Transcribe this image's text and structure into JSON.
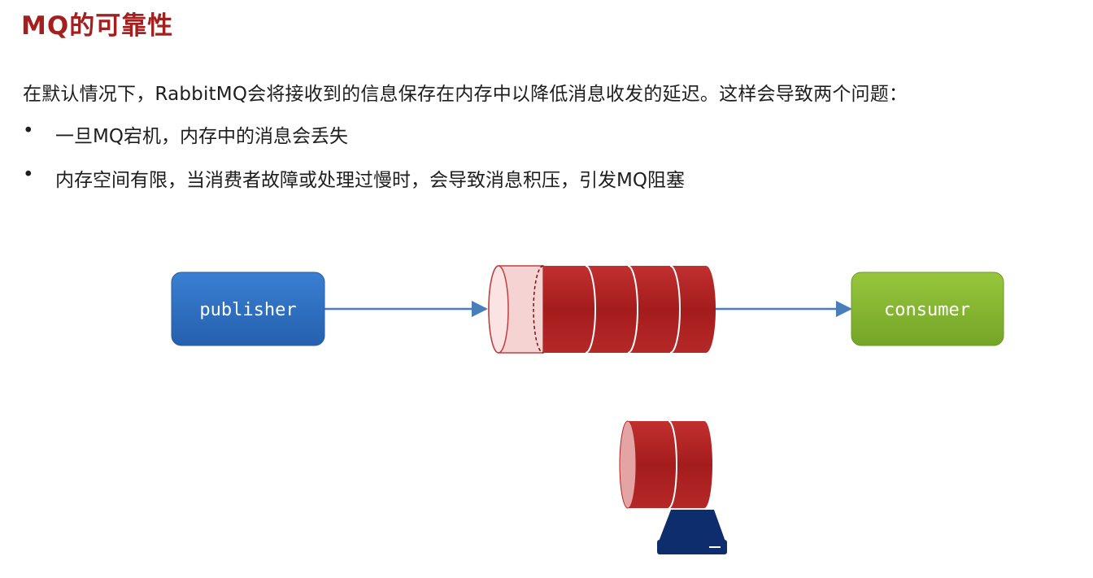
{
  "slide": {
    "title": "MQ的可靠性",
    "intro": "在默认情况下，RabbitMQ会将接收到的信息保存在内存中以降低消息收发的延迟。这样会导致两个问题：",
    "bullets": [
      {
        "marker": "•",
        "text": "一旦MQ宕机，内存中的消息会丢失"
      },
      {
        "marker": "•",
        "text": "内存空间有限，当消费者故障或处理过慢时，会导致消息积压，引发MQ阻塞"
      }
    ]
  },
  "diagram": {
    "publisher_label": "publisher",
    "consumer_label": "consumer",
    "colors": {
      "publisher": "#2e6fc2",
      "consumer": "#86b831",
      "queue": "#b42222",
      "arrow": "#4a7ebb",
      "disk": "#0d2d6c"
    }
  }
}
